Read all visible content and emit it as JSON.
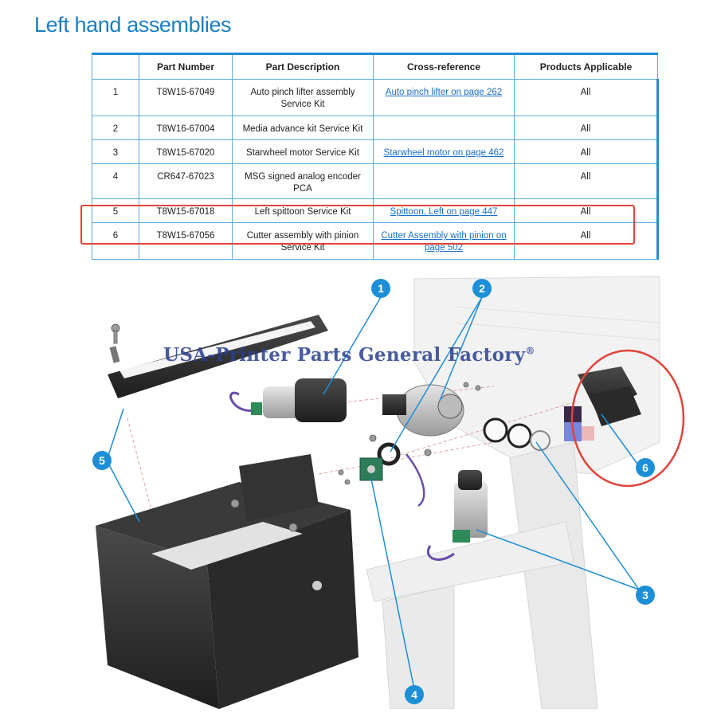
{
  "title": "Left hand assemblies",
  "table": {
    "headers": [
      "",
      "Part Number",
      "Part Description",
      "Cross-reference",
      "Products Applicable"
    ],
    "rows": [
      {
        "index": "1",
        "part_number": "T8W15-67049",
        "description": "Auto pinch lifter assembly Service Kit",
        "cross_ref": "Auto pinch lifter on page 262",
        "products": "All"
      },
      {
        "index": "2",
        "part_number": "T8W16-67004",
        "description": "Media advance kit Service Kit",
        "cross_ref": "",
        "products": "All"
      },
      {
        "index": "3",
        "part_number": "T8W15-67020",
        "description": "Starwheel motor Service Kit",
        "cross_ref": "Starwheel motor on page 462",
        "products": "All"
      },
      {
        "index": "4",
        "part_number": "CR647-67023",
        "description": "MSG signed analog encoder PCA",
        "cross_ref": "",
        "products": "All"
      },
      {
        "index": "5",
        "part_number": "T8W15-67018",
        "description": "Left spittoon Service Kit",
        "cross_ref": "Spittoon, Left on page 447",
        "products": "All"
      },
      {
        "index": "6",
        "part_number": "T8W15-67056",
        "description": "Cutter assembly with pinion Service Kit",
        "cross_ref": "Cutter Assembly with pinion on page 502",
        "products": "All"
      }
    ]
  },
  "watermark": "USA-Printer Parts General Factory",
  "watermark_mark": "®",
  "callouts": [
    "1",
    "2",
    "3",
    "4",
    "5",
    "6"
  ],
  "colors": {
    "accent": "#1a7fc1",
    "callout": "#1d8fd6",
    "highlight": "#e0443a"
  }
}
